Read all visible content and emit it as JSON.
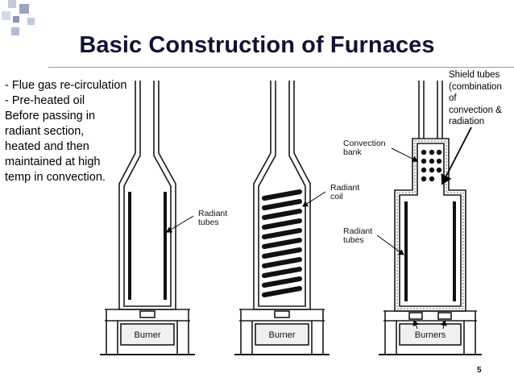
{
  "title": "Basic Construction of Furnaces",
  "bullets": [
    "- Flue gas re-circulation",
    "- Pre-heated oil",
    "Before passing in",
    "radiant section,",
    "heated and then",
    "maintained at high",
    "temp in convection."
  ],
  "shield_label": [
    "Shield tubes",
    "(combination",
    "of",
    "convection &",
    "radiation"
  ],
  "furnace1": {
    "tubes_label": [
      "Radiant",
      "tubes"
    ],
    "burner_label": "Burner"
  },
  "furnace2": {
    "coil_label": [
      "Radiant",
      "coil"
    ],
    "burner_label": "Burner"
  },
  "furnace3": {
    "convection_label": [
      "Convection",
      "bank"
    ],
    "tubes_label": [
      "Radiant",
      "tubes"
    ],
    "burner_label": "Burners"
  },
  "page_number": "5",
  "colors": {
    "title": "#111133",
    "corner_squares": "#9aa4c2"
  }
}
